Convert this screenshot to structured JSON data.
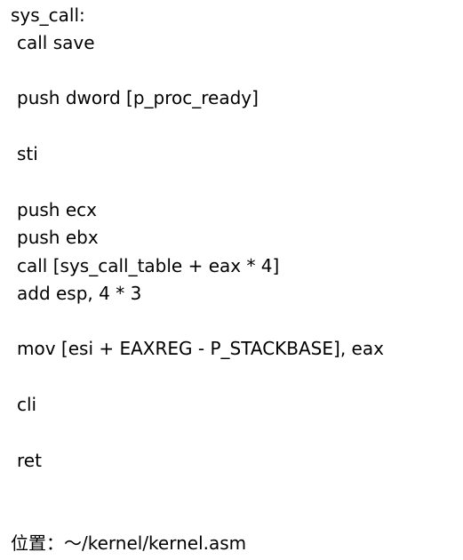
{
  "code": {
    "label": "sys_call:",
    "lines": [
      "call save",
      "push dword [p_proc_ready]",
      "sti",
      "push ecx",
      "push ebx",
      "call [sys_call_table + eax * 4]",
      "add esp, 4 * 3",
      "mov [esi + EAXREG - P_STACKBASE], eax",
      "cli",
      "ret"
    ]
  },
  "footer": {
    "location": "位置：～/kernel/kernel.asm"
  }
}
